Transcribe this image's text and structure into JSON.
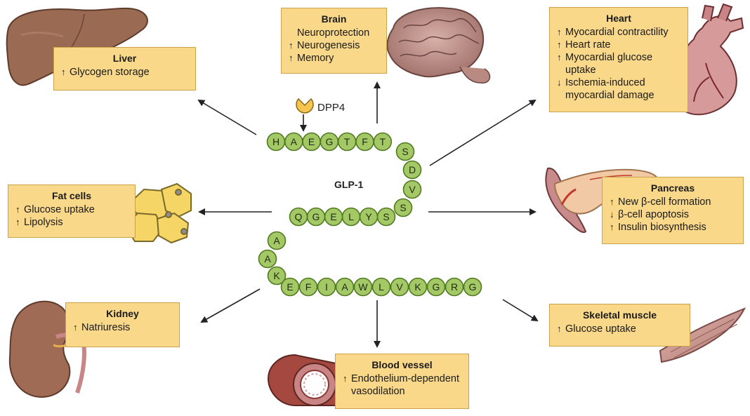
{
  "peptide": {
    "label": "GLP-1",
    "row1": [
      "H",
      "A",
      "E",
      "G",
      "T",
      "F",
      "T"
    ],
    "curve_right": [
      "S",
      "D",
      "V",
      "S"
    ],
    "row2": [
      "S",
      "Y",
      "L",
      "E",
      "G",
      "Q"
    ],
    "curve_left": [
      "A",
      "A",
      "K"
    ],
    "row3": [
      "E",
      "F",
      "I",
      "A",
      "W",
      "L",
      "V",
      "K",
      "G",
      "R",
      "G"
    ]
  },
  "enzyme": {
    "label": "DPP4"
  },
  "organs": {
    "liver": {
      "title": "Liver",
      "effects": [
        {
          "dir": "up",
          "text": "Glycogen storage"
        }
      ]
    },
    "brain": {
      "title": "Brain",
      "effects": [
        {
          "dir": "none",
          "text": "Neuroprotection"
        },
        {
          "dir": "up",
          "text": "Neurogenesis"
        },
        {
          "dir": "up",
          "text": "Memory"
        }
      ]
    },
    "heart": {
      "title": "Heart",
      "effects": [
        {
          "dir": "up",
          "text": "Myocardial contractility"
        },
        {
          "dir": "up",
          "text": "Heart rate"
        },
        {
          "dir": "up",
          "text": "Myocardial glucose\nuptake"
        },
        {
          "dir": "down",
          "text": "Ischemia-induced\nmyocardial damage"
        }
      ]
    },
    "fat": {
      "title": "Fat cells",
      "effects": [
        {
          "dir": "up",
          "text": "Glucose uptake"
        },
        {
          "dir": "up",
          "text": "Lipolysis"
        }
      ]
    },
    "pancreas": {
      "title": "Pancreas",
      "effects": [
        {
          "dir": "up",
          "text": "New β-cell formation"
        },
        {
          "dir": "down",
          "text": "β-cell apoptosis"
        },
        {
          "dir": "up",
          "text": "Insulin biosynthesis"
        }
      ]
    },
    "kidney": {
      "title": "Kidney",
      "effects": [
        {
          "dir": "up",
          "text": "Natriuresis"
        }
      ]
    },
    "vessel": {
      "title": "Blood vessel",
      "effects": [
        {
          "dir": "up",
          "text": "Endothelium-dependent\nvasodilation"
        }
      ]
    },
    "muscle": {
      "title": "Skeletal muscle",
      "effects": [
        {
          "dir": "up",
          "text": "Glucose uptake"
        }
      ]
    }
  },
  "colors": {
    "box_fill": "#f9d88a",
    "box_border": "#c9a24a",
    "bead_fill": "#a5c866",
    "bead_stroke": "#4f7a1f",
    "enzyme_fill": "#f5c451",
    "organ_brown": "#9b6a52",
    "organ_pink": "#c9858a"
  }
}
